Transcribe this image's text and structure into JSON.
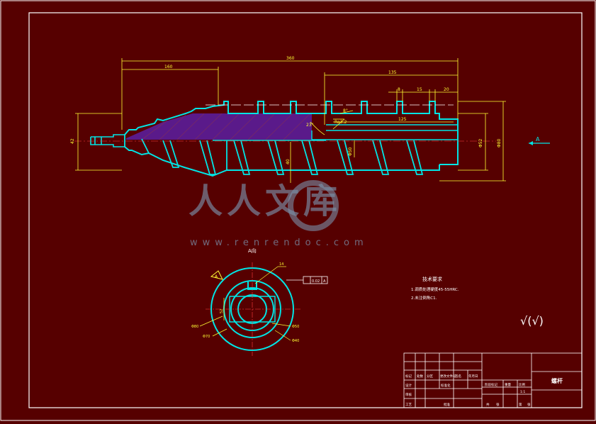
{
  "colors": {
    "background": "#560000",
    "frame": "#ffffff",
    "part": "#00e5e5",
    "dimension": "#ffff33",
    "section_fill": "#5a1a8a",
    "watermark": "#7a8fa8",
    "title_block": "#ffffff"
  },
  "main_view": {
    "dims": {
      "overall_length": "360",
      "left_length": "160",
      "right_length": "135",
      "small_a": "8",
      "small_b": "15",
      "small_c": "20",
      "inner_len": "125",
      "left_dia": "42",
      "pitch_dia": "40",
      "angle": "23°",
      "dia_right_1": "Φ52",
      "dia_right_2": "Φ80",
      "roughness": "Ra3.2",
      "inner_label": "Φ50",
      "chamfer": "8°"
    },
    "view_arrow_label": "A"
  },
  "section_view": {
    "title": "A向",
    "datum_label": "A",
    "tolerance_value": "0.02",
    "tolerance_datum": "A",
    "dims": {
      "top_label": "14",
      "left_label": "52",
      "d1": "Φ80",
      "d2": "Φ70",
      "d3": "Φ50",
      "d4": "Φ40"
    }
  },
  "tech_requirements": {
    "heading": "技术要求",
    "items": [
      "1.调质处理硬度45-55HRC.",
      "2.未注倒角C1."
    ]
  },
  "roughness_mark": "√(√)",
  "watermark": {
    "text": "人人文库",
    "url": "www.renrendoc.com"
  },
  "title_block": {
    "part_name": "螺杆",
    "labels": [
      "标记",
      "处数",
      "分区",
      "更改文件号",
      "签名",
      "年月日",
      "设计",
      "标准化",
      "阶段标记",
      "重量",
      "比例",
      "审核",
      "工艺",
      "批准",
      "共",
      "张",
      "第",
      "张"
    ],
    "scale": "1:1"
  }
}
